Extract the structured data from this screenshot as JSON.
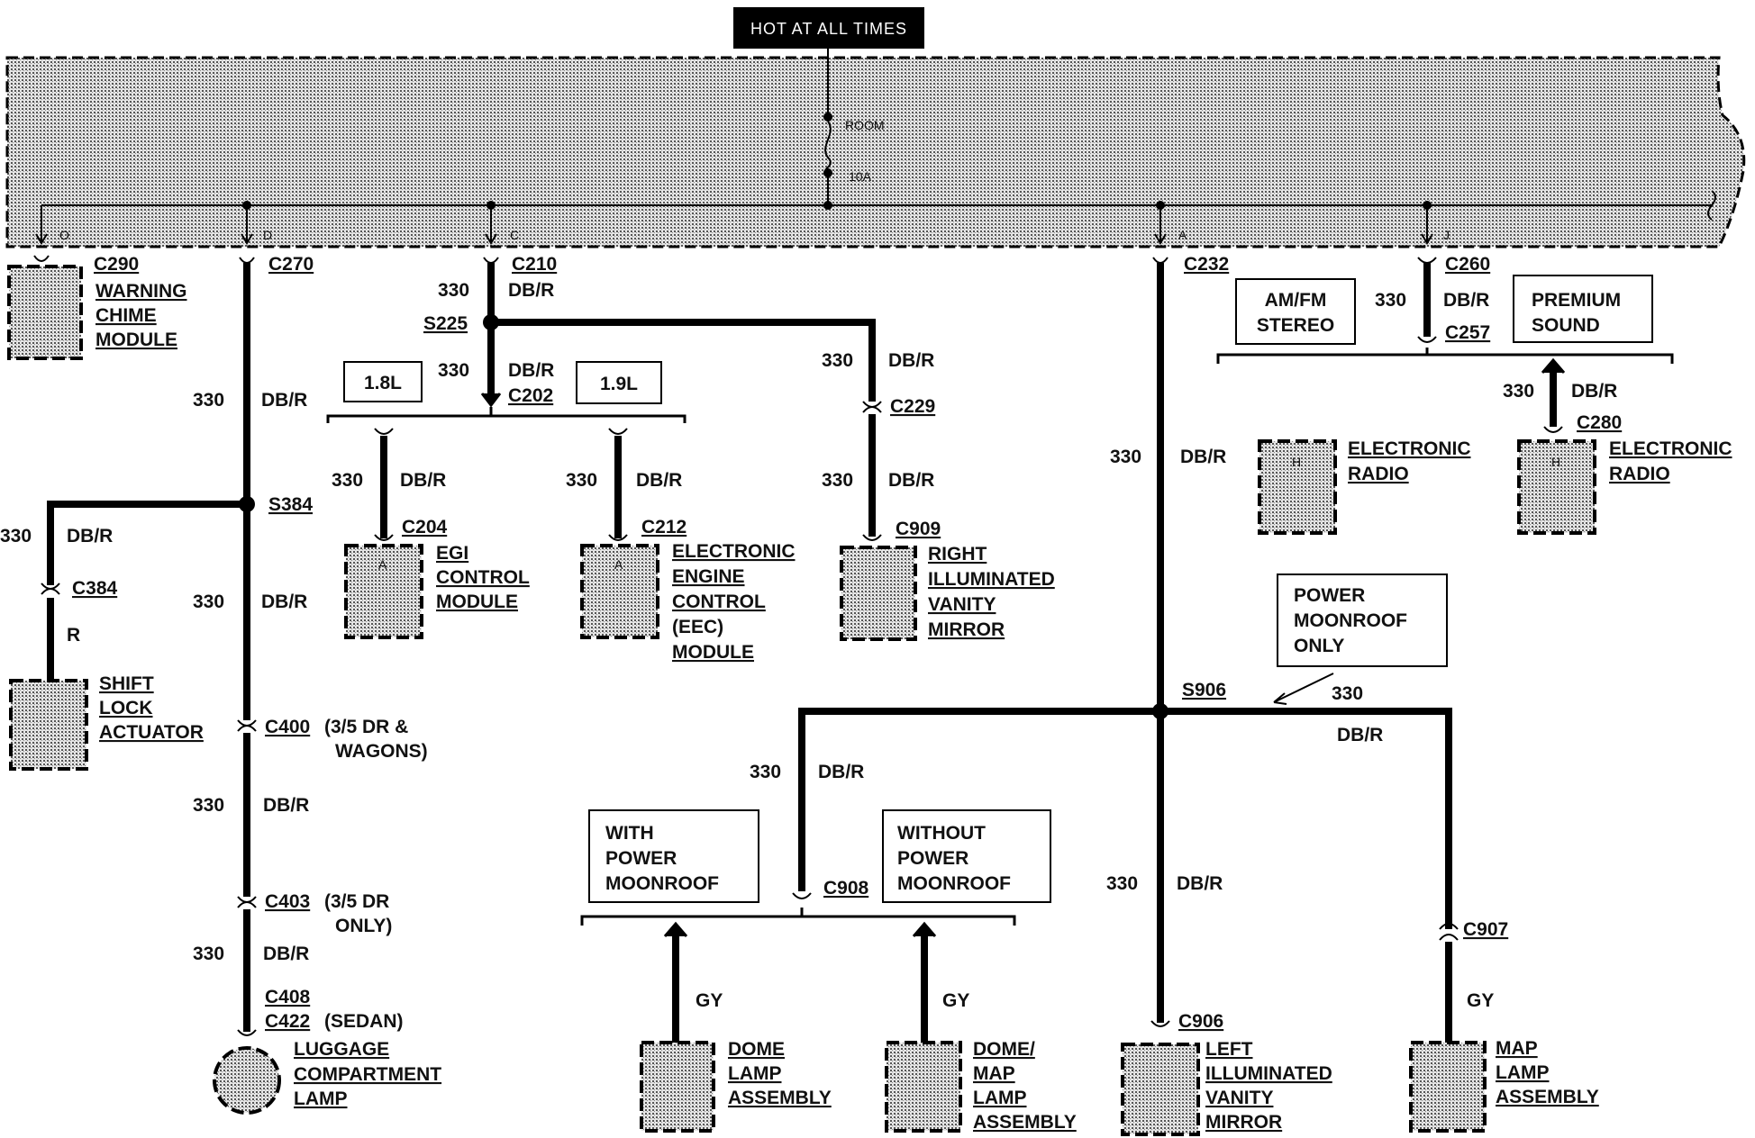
{
  "header": {
    "title": "HOT AT ALL TIMES"
  },
  "fuse": {
    "line1": "ROOM",
    "line2": "10A"
  },
  "pins": {
    "O": "O",
    "D": "D",
    "C": "C",
    "A": "A",
    "J": "J",
    "H1": "H",
    "H2": "H",
    "A1": "A",
    "A2": "A"
  },
  "wire": {
    "circuit": "330",
    "color": "DB/R",
    "r": "R",
    "gy": "GY"
  },
  "connectors": {
    "c290": "C290",
    "c270": "C270",
    "c210": "C210",
    "s225": "S225",
    "c202": "C202",
    "c229": "C229",
    "c204": "C204",
    "c212": "C212",
    "c909": "C909",
    "s384": "S384",
    "c384": "C384",
    "c400": "C400",
    "c403": "C403",
    "c408": "C408",
    "c422": "C422",
    "c232": "C232",
    "c260": "C260",
    "c257": "C257",
    "c280": "C280",
    "s906": "S906",
    "c908": "C908",
    "c907": "C907",
    "c906": "C906"
  },
  "notes": {
    "c400_1": "(3/5 DR &",
    "c400_2": "WAGONS)",
    "c403_1": "(3/5 DR",
    "c403_2": "ONLY)",
    "c422": "(SEDAN)"
  },
  "boxes": {
    "b18": "1.8L",
    "b19": "1.9L",
    "amfm_1": "AM/FM",
    "amfm_2": "STEREO",
    "premium_1": "PREMIUM",
    "premium_2": "SOUND",
    "moonroof_1": "POWER",
    "moonroof_2": "MOONROOF",
    "moonroof_3": "ONLY",
    "with_1": "WITH",
    "with_2": "POWER",
    "with_3": "MOONROOF",
    "without_1": "WITHOUT",
    "without_2": "POWER",
    "without_3": "MOONROOF"
  },
  "components": {
    "warning": [
      "WARNING",
      "CHIME",
      "MODULE"
    ],
    "egi": [
      "EGI",
      "CONTROL",
      "MODULE"
    ],
    "eec": [
      "ELECTRONIC",
      "ENGINE",
      "CONTROL",
      "(EEC)",
      "MODULE"
    ],
    "rvanity": [
      "RIGHT",
      "ILLUMINATED",
      "VANITY",
      "MIRROR"
    ],
    "shift": [
      "SHIFT",
      "LOCK",
      "ACTUATOR"
    ],
    "luggage": [
      "LUGGAGE",
      "COMPARTMENT",
      "LAMP"
    ],
    "radio1": [
      "ELECTRONIC",
      "RADIO"
    ],
    "radio2": [
      "ELECTRONIC",
      "RADIO"
    ],
    "dome": [
      "DOME",
      "LAMP",
      "ASSEMBLY"
    ],
    "domemap": [
      "DOME/",
      "MAP",
      "LAMP",
      "ASSEMBLY"
    ],
    "lvanity": [
      "LEFT",
      "ILLUMINATED",
      "VANITY",
      "MIRROR"
    ],
    "map": [
      "MAP",
      "LAMP",
      "ASSEMBLY"
    ]
  }
}
